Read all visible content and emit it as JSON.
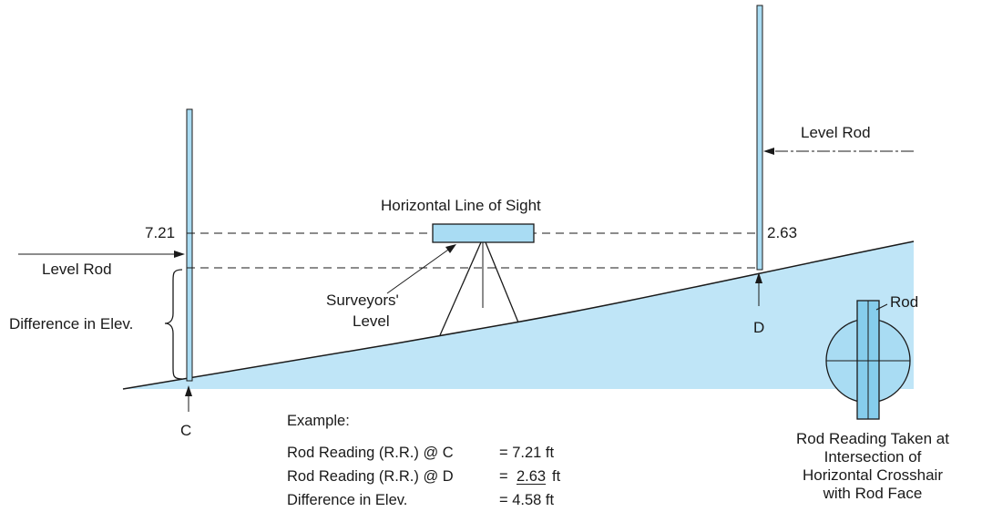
{
  "colors": {
    "ground_fill": "#bfe5f7",
    "rod_fill": "#a9dcf3",
    "instrument_fill": "#a9dcf3",
    "line": "#1a1a1a"
  },
  "labels": {
    "level_rod_right": "Level Rod",
    "level_rod_left": "Level Rod",
    "horizontal_line_of_sight": "Horizontal Line of Sight",
    "reading_c": "7.21",
    "reading_d": "2.63",
    "surveyors_level_line1": "Surveyors'",
    "surveyors_level_line2": "Level",
    "difference_in_elev": "Difference in Elev.",
    "point_c": "C",
    "point_d": "D",
    "rod_label": "Rod"
  },
  "caption": {
    "line1": "Rod Reading Taken at",
    "line2": "Intersection of",
    "line3": "Horizontal Crosshair",
    "line4": "with Rod Face"
  },
  "example": {
    "heading": "Example:",
    "row1_label": "Rod Reading (R.R.) @ C",
    "row1_value": "= 7.21 ft",
    "row2_label": "Rod Reading (R.R.) @ D",
    "row2_eq": "=",
    "row2_number": "2.63",
    "row2_unit": "ft",
    "row3_label": "Difference in Elev.",
    "row3_value": "= 4.58 ft"
  }
}
